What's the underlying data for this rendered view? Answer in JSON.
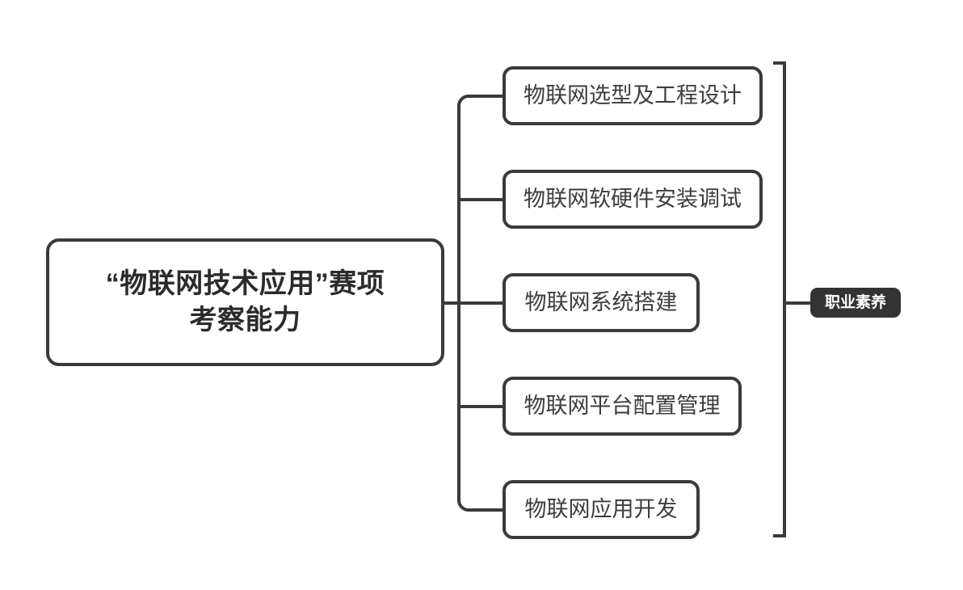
{
  "diagram": {
    "type": "mind-map",
    "title": "“物联网技术应用”赛项考察能力",
    "root": {
      "label": "“物联网技术应用”赛项\n考察能力",
      "line1": "“物联网技术应用”赛项",
      "line2": "考察能力"
    },
    "branches": [
      {
        "label": "物联网选型及工程设计"
      },
      {
        "label": "物联网软硬件安装调试"
      },
      {
        "label": "物联网系统搭建"
      },
      {
        "label": "物联网平台配置管理"
      },
      {
        "label": "物联网应用开发"
      }
    ],
    "group": {
      "badge_label": "职业素养",
      "bracket_icon": "right-bracket-icon"
    },
    "colors": {
      "background": "#ffffff",
      "stroke": "#3a3a3a",
      "node_fill": "#ffffff",
      "root_text": "#2b2b2b",
      "branch_text": "#3d3d3d",
      "badge_fill": "#333333",
      "badge_text": "#ffffff"
    }
  }
}
